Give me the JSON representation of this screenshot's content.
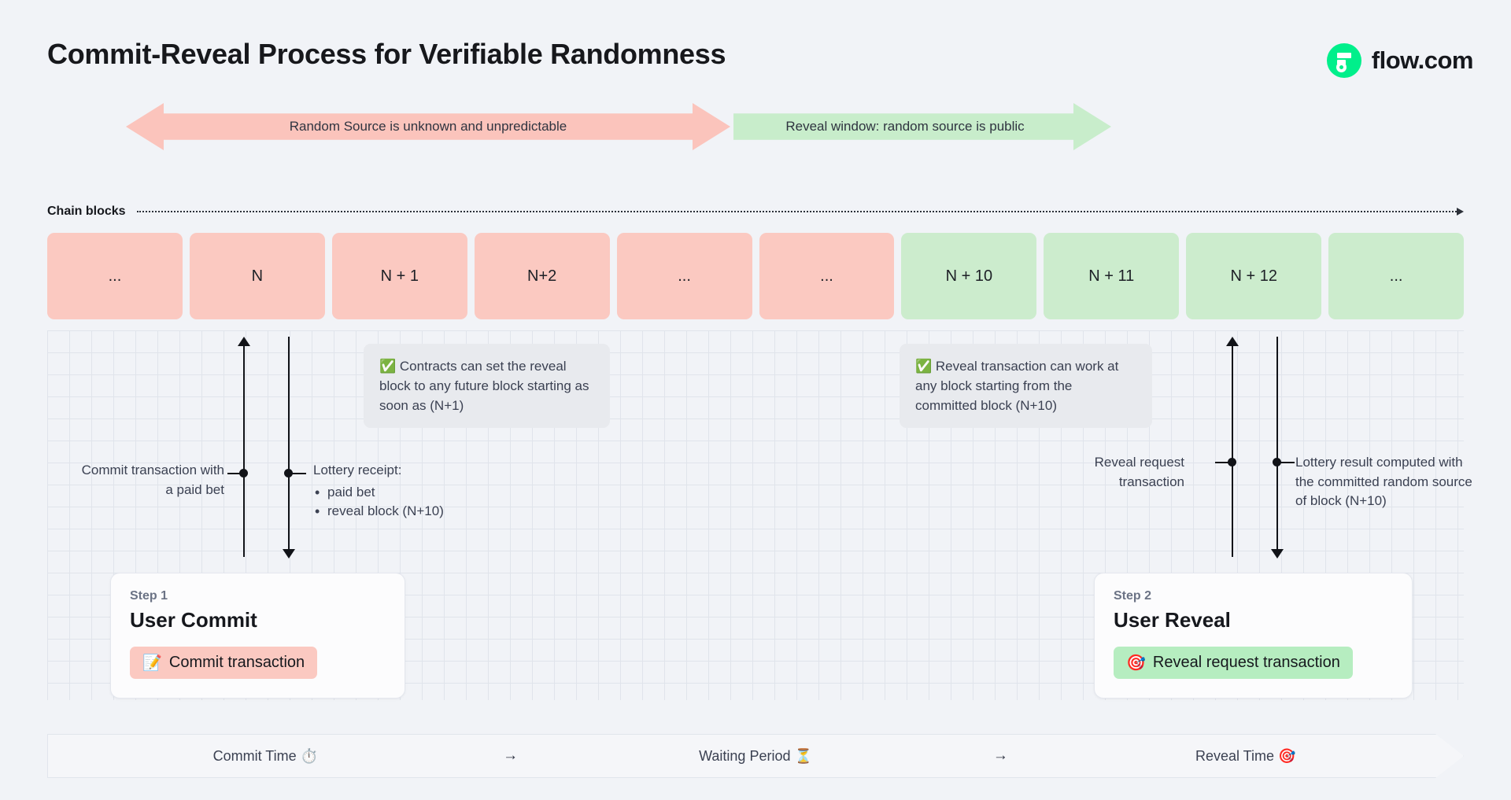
{
  "header": {
    "title": "Commit-Reveal Process for Verifiable Randomness",
    "brand_name": "flow.com",
    "brand_icon": "flow-logo-icon",
    "brand_color": "#00ef8b"
  },
  "phases": [
    {
      "id": "unknown",
      "label": "Random Source is unknown and unpredictable",
      "color": "#fbc4bc",
      "arrow": "double"
    },
    {
      "id": "reveal",
      "label": "Reveal window: random source is public",
      "color": "#c8edcb",
      "arrow": "right"
    }
  ],
  "chain": {
    "rail_label": "Chain blocks",
    "rail_icon": "arrow-right-icon",
    "blocks": [
      {
        "label": "...",
        "state": "pink"
      },
      {
        "label": "N",
        "state": "pink"
      },
      {
        "label": "N + 1",
        "state": "pink"
      },
      {
        "label": "N+2",
        "state": "pink"
      },
      {
        "label": "...",
        "state": "pink"
      },
      {
        "label": "...",
        "state": "pink"
      },
      {
        "label": "N + 10",
        "state": "green"
      },
      {
        "label": "N + 11",
        "state": "green"
      },
      {
        "label": "N + 12",
        "state": "green"
      },
      {
        "label": "...",
        "state": "green"
      }
    ]
  },
  "notes": [
    {
      "id": "contracts",
      "icon": "check-mark-button-icon",
      "icon_glyph": "✅",
      "text": "Contracts can set the reveal block to any future block starting as soon as (N+1)"
    },
    {
      "id": "reveal",
      "icon": "check-mark-button-icon",
      "icon_glyph": "✅",
      "text": "Reveal transaction can work at any block starting from the committed block (N+10)"
    }
  ],
  "annotations": {
    "commit": "Commit transaction with a paid bet",
    "receipt_title": "Lottery receipt:",
    "receipt_items": [
      "paid bet",
      "reveal block (N+10)"
    ],
    "request": "Reveal request transaction",
    "result": "Lottery result computed with the committed random source of block (N+10)"
  },
  "steps": [
    {
      "kicker": "Step 1",
      "title": "User Commit",
      "pill_label": "Commit transaction",
      "pill_icon": "memo-icon",
      "pill_glyph": "📝",
      "pill_color": "#fbc9c1"
    },
    {
      "kicker": "Step 2",
      "title": "User Reveal",
      "pill_label": "Reveal request transaction",
      "pill_icon": "direct-hit-icon",
      "pill_glyph": "🎯",
      "pill_color": "#b6edc0"
    }
  ],
  "timeline": {
    "items": [
      {
        "label": "Commit Time ⏱️",
        "icon": "stopwatch-icon"
      },
      {
        "label": "Waiting Period ⏳",
        "icon": "hourglass-icon"
      },
      {
        "label": "Reveal Time 🎯",
        "icon": "direct-hit-icon"
      }
    ],
    "separator": "→"
  }
}
